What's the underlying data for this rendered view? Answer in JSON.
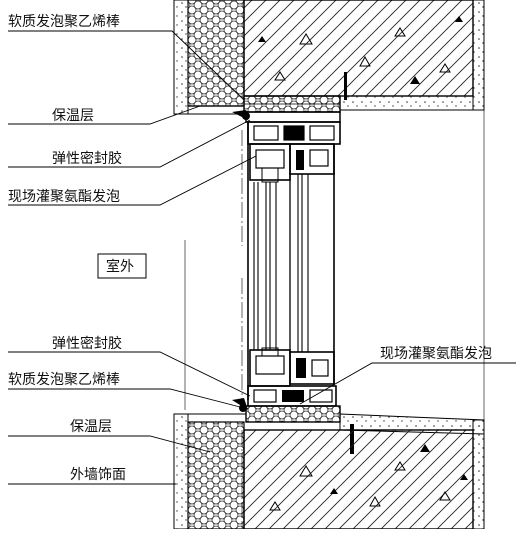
{
  "labels": {
    "top_pe_rod": "软质发泡聚乙烯棒",
    "top_insulation": "保温层",
    "top_sealant": "弹性密封胶",
    "top_pu_foam": "现场灌聚氨酯发泡",
    "exterior": "室外",
    "bottom_sealant": "弹性密封胶",
    "bottom_pe_rod": "软质发泡聚乙烯棒",
    "bottom_pu_foam": "现场灌聚氨酯发泡",
    "bottom_insulation": "保温层",
    "wall_finish": "外墙饰面"
  }
}
